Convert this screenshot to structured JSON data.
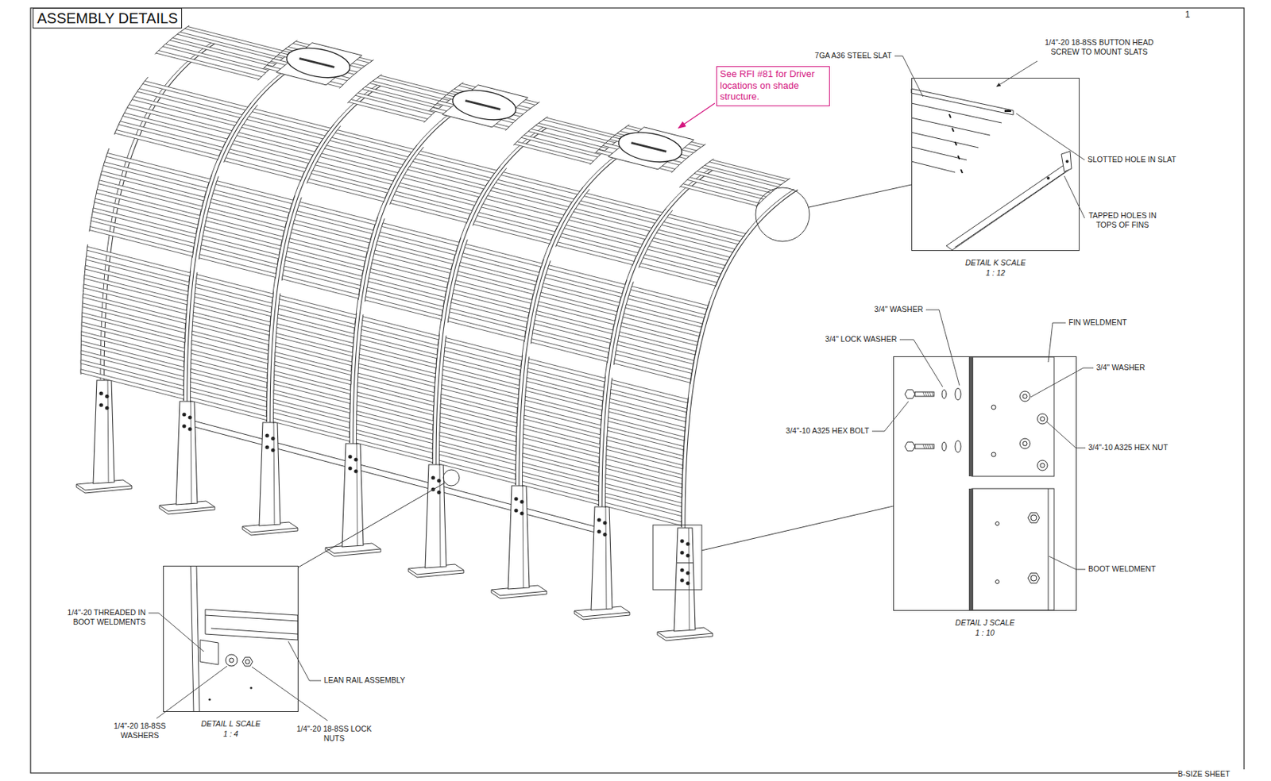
{
  "diagram": {
    "title": "ASSEMBLY DETAILS",
    "nodes": [
      {
        "text": [
          "See RFI #81 for Driver locations on shade structure."
        ]
      },
      {
        "text": [
          "DETAIL K SCALE 1 : 12"
        ]
      },
      {
        "text": [
          "DETAIL J SCALE 1 : 10"
        ]
      },
      {
        "text": [
          "DETAIL L SCALE 1 : 4"
        ]
      }
    ],
    "labels": [
      "1",
      "7GA A36 STEEL SLAT",
      "1/4\"-20 18-8SS BUTTON HEAD SCREW TO MOUNT SLATS",
      "SLOTTED HOLE IN SLAT",
      "TAPPED HOLES IN TOPS OF FINS",
      "3/4\" WASHER",
      "3/4\" LOCK WASHER",
      "FIN WELDMENT",
      "3/4\" WASHER",
      "3/4\"-10 A325 HEX BOLT",
      "3/4\"-10 A325 HEX NUT",
      "BOOT WELDMENT",
      "1/4\"-20 THREADED IN BOOT WELDMENTS",
      "LEAN RAIL ASSEMBLY",
      "1/4\"-20 18-8SS WASHERS",
      "1/4\"-20 18-8SS LOCK NUTS",
      "B-SIZE SHEET"
    ]
  }
}
